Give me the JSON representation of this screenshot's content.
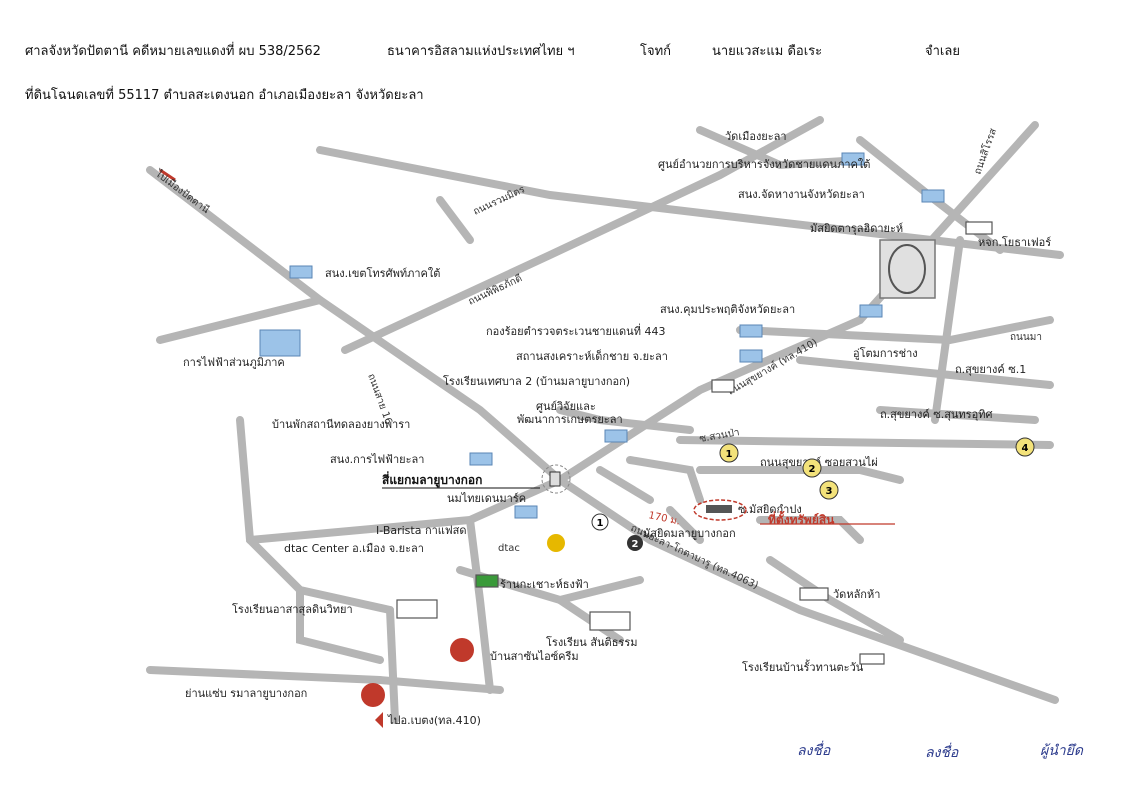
{
  "header": {
    "court_case": "ศาลจังหวัดปัตตานี  คดีหมายเลขแดงที่ ผบ 538/2562",
    "bank": "ธนาคารอิสลามแห่งประเทศไทย ฯ",
    "plaintiff_label": "โจทก์",
    "defendant_name": "นายแวสะแม  ดือเระ",
    "defendant_label": "จำเลย"
  },
  "land_title": "ที่ดินโฉนดเลขที่ 55117 ตำบลสะเตงนอก  อำเภอเมืองยะลา จังหวัดยะลา",
  "map": {
    "roads": {
      "to_pattani": "ไปเมืองปัตตานี",
      "rotkaitong": "ถนนรวมมิตร",
      "wiwat": "ถนนพิพิธภักดี",
      "rd_16": "ถนนสาย 16",
      "sukhyang": "ถนนสุขยางค์ (ทล.410)",
      "yala_kotabaru": "ถนนยะลา-โกตาบารู (ทล.4063)",
      "sanamba": "ถนนสุขยางค์ ซอยสวนไผ่",
      "sukhyang_soi": "ถ.สุขยางค์ ซ.1",
      "sukhyang_sunthorn": "ถ.สุขยางค์ ซ.สุนทรอุทิศ",
      "to_betong": "ไปอ.เบตง(ทล.410)",
      "right_road": "ถนนสิโรรส",
      "naka": "ถนนมา",
      "soi_suanpa": "ซ.สวนป่า",
      "soi_mosque": "ซ.มัสยิดกำปง",
      "distance": "170 ม."
    },
    "places": {
      "wat_muang": "วัดเมืองยะลา",
      "southern_center": "ศูนย์อำนวยการบริหารจังหวัดชายแดนภาคใต้",
      "employment": "สนง.จัดหางานจังหวัดยะลา",
      "mosque_top": "มัสยิดตารุลฮิดายะห์",
      "school_top": "หจก.โยธาเฟอร์",
      "telephone": "สนง.เขตโทรศัพท์ภาคใต้",
      "electricity_region": "การไฟฟ้าส่วนภูมิภาค",
      "probation": "สนง.คุมประพฤติจังหวัดยะลา",
      "border_police": "กองร้อยตำรวจตระเวนชายแดนที่ 443",
      "welfare": "สถานสงเคราะห์เด็กชาย จ.ยะลา",
      "garage": "อู่โตมการช่าง",
      "municipal_school": "โรงเรียนเทศบาล 2 (บ้านมลายูบางกอก)",
      "research_center": "ศูนย์วิจัยและ",
      "research_center_2": "พัฒนาการเกษตรยะลา",
      "rubber_station": "บ้านพักสถานีทดลองยางพารา",
      "electricity_yala": "สนง.การไฟฟ้ายะลา",
      "intersection": "สี่แยกมลายูบางกอก",
      "milk_market": "นมไทยเดนมาร์ค",
      "cafe": "I-Barista กาแฟสด",
      "dtac": "dtac Center อ.เมือง จ.ยะลา",
      "dtac_logo": "dtac",
      "shop": "ร้านกะเชาะห์ธงฟ้า",
      "school_asa": "โรงเรียนอาสาสุลดินวิทยา",
      "ice_cream": "บ้านสาซันไอซ์ครีม",
      "restaurant": "ย่านแซ่บ รมาลายูบางกอก",
      "mosque_malayu": "มัสยิดมลายูบางกอก",
      "target": "ที่ตั้งทรัพย์สิน",
      "school_santi": "โรงเรียน สันติธรรม",
      "wat_lakhan": "วัดหลักห้า",
      "school_ruwan": "โรงเรียนบ้านรั้วทานตะวัน"
    },
    "markers": [
      "1",
      "2",
      "3",
      "4",
      "1",
      "2"
    ]
  },
  "signatures": {
    "s1": "ลงชื่อ",
    "s2": "ลงชื่อ",
    "s3": "ผู้นำยึด"
  }
}
